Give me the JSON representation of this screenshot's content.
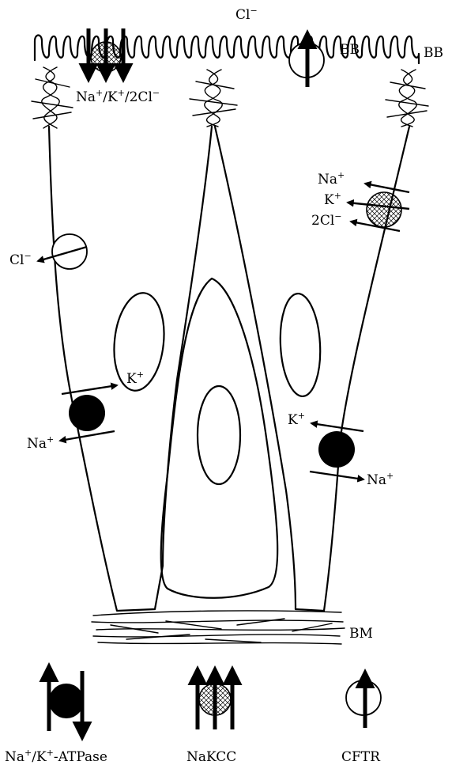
{
  "labels": {
    "cl_top": [
      "Cl",
      "−"
    ],
    "bb_mid": "BB",
    "bb_right": "BB",
    "nakcc_apical": [
      "Na",
      "+",
      "/K",
      "+",
      "/2Cl",
      "−"
    ],
    "basolateral_na": [
      "Na",
      "+"
    ],
    "basolateral_k": [
      "K",
      "+"
    ],
    "basolateral_2cl": [
      "2Cl",
      "−"
    ],
    "cl_left": [
      "Cl",
      "−"
    ],
    "k_left": [
      "K",
      "+"
    ],
    "na_left": [
      "Na",
      "+"
    ],
    "k_right": [
      "K",
      "+"
    ],
    "na_right": [
      "Na",
      "+"
    ],
    "bm": "BM"
  },
  "legend": {
    "pump": [
      "Na",
      "+",
      "/K",
      "+",
      "-ATPase"
    ],
    "nakcc": "NaKCC",
    "cftr": "CFTR"
  }
}
